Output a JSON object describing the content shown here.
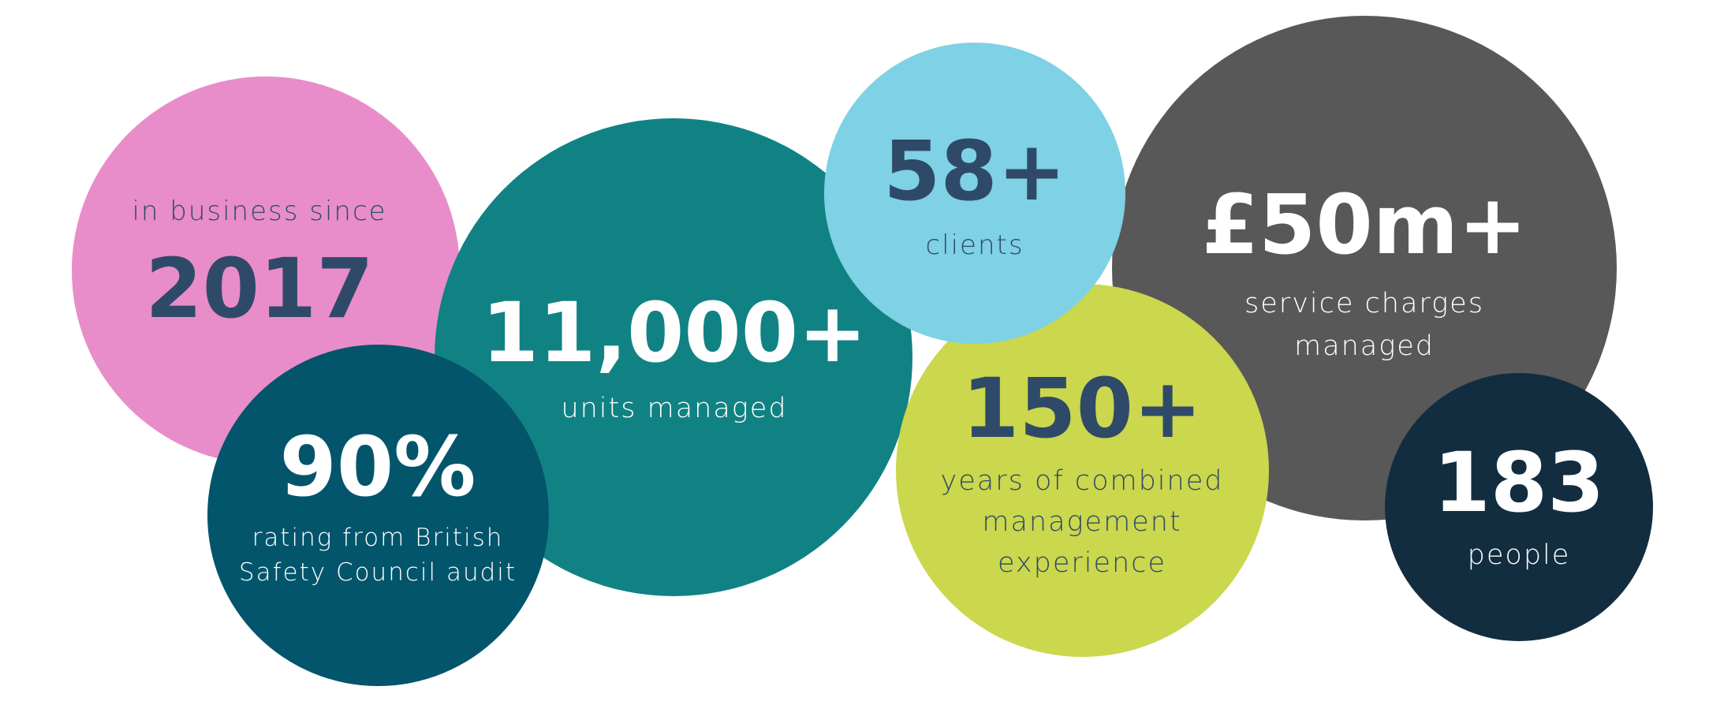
{
  "colors": {
    "pink": "#E88DC9",
    "teal": "#118284",
    "light_blue": "#7FD1E5",
    "dark_gray": "#585858",
    "dark_teal": "#03556B",
    "lime": "#CBD74C",
    "navy": "#132D40",
    "text_dark": "#2F4A69",
    "text_light": "#FFFFFF"
  },
  "stats": {
    "since": {
      "label": "in business since",
      "value": "2017"
    },
    "units": {
      "value": "11,000+",
      "label": "units managed"
    },
    "clients": {
      "value": "58+",
      "label": "clients"
    },
    "service": {
      "value": "£50m+",
      "label_line1": "service charges",
      "label_line2": "managed"
    },
    "rating": {
      "value": "90%",
      "label_line1": "rating from British",
      "label_line2": "Safety Council audit"
    },
    "years": {
      "value": "150+",
      "label_line1": "years of combined",
      "label_line2": "management",
      "label_line3": "experience"
    },
    "people": {
      "value": "183",
      "label": "people"
    }
  }
}
